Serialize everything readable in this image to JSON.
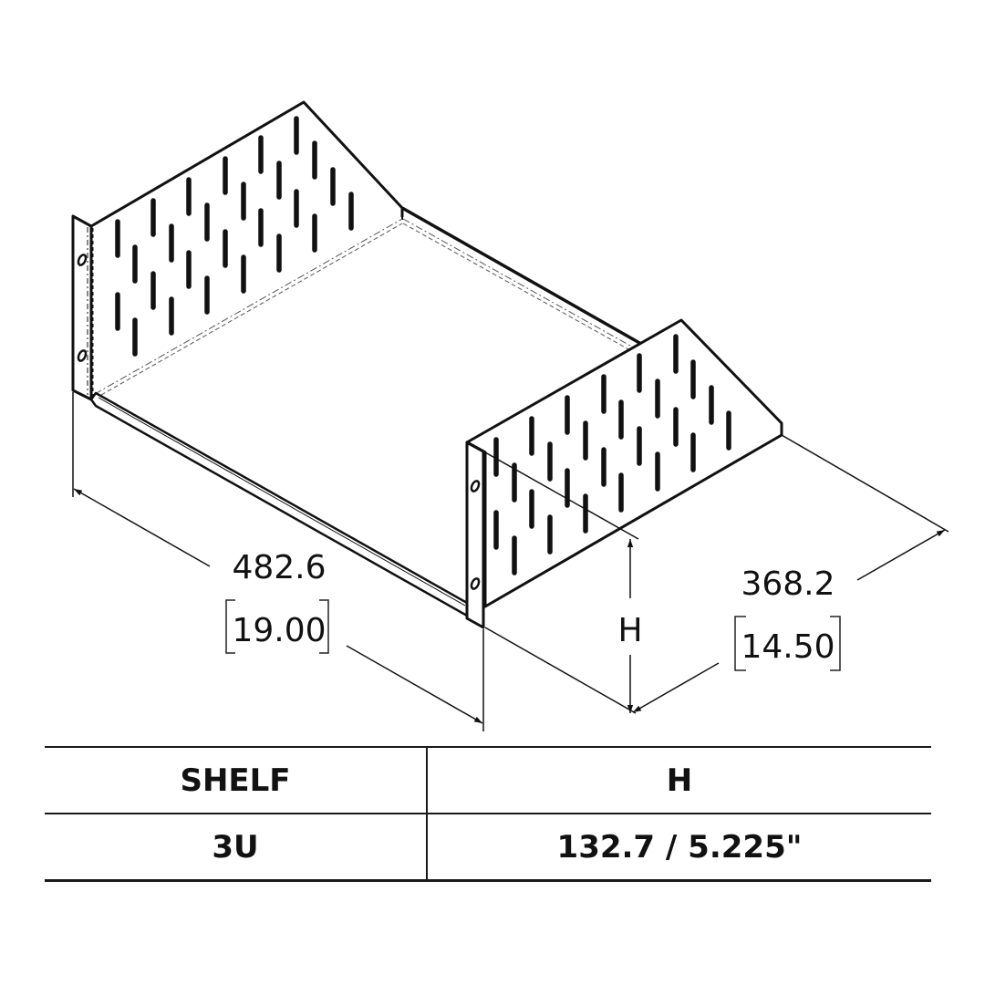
{
  "diagram": {
    "subject": "3U rack cantilever shelf, isometric view",
    "dimensions": {
      "width": {
        "mm": "482.6",
        "inch": "19.00"
      },
      "depth": {
        "mm": "368.2",
        "inch": "14.50"
      },
      "height_label": "H"
    },
    "colors": {
      "line": "#111111",
      "background": "#ffffff"
    }
  },
  "table": {
    "headers": [
      "SHELF",
      "H"
    ],
    "rows": [
      [
        "3U",
        "132.7 / 5.225\""
      ]
    ]
  }
}
